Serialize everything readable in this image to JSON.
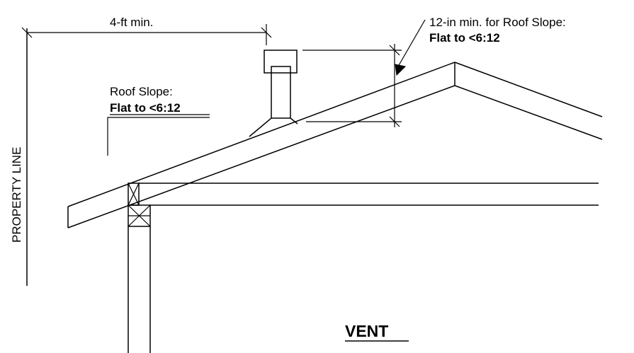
{
  "diagram": {
    "property_line_label": "PROPERTY LINE",
    "horizontal_clearance_label": "4-ft min.",
    "roof_slope_label": "Roof Slope:",
    "roof_slope_value": "Flat to <6:12",
    "vertical_clearance_label": "12-in min. for Roof Slope:",
    "vertical_clearance_value": "Flat to <6:12",
    "title": "VENT"
  }
}
